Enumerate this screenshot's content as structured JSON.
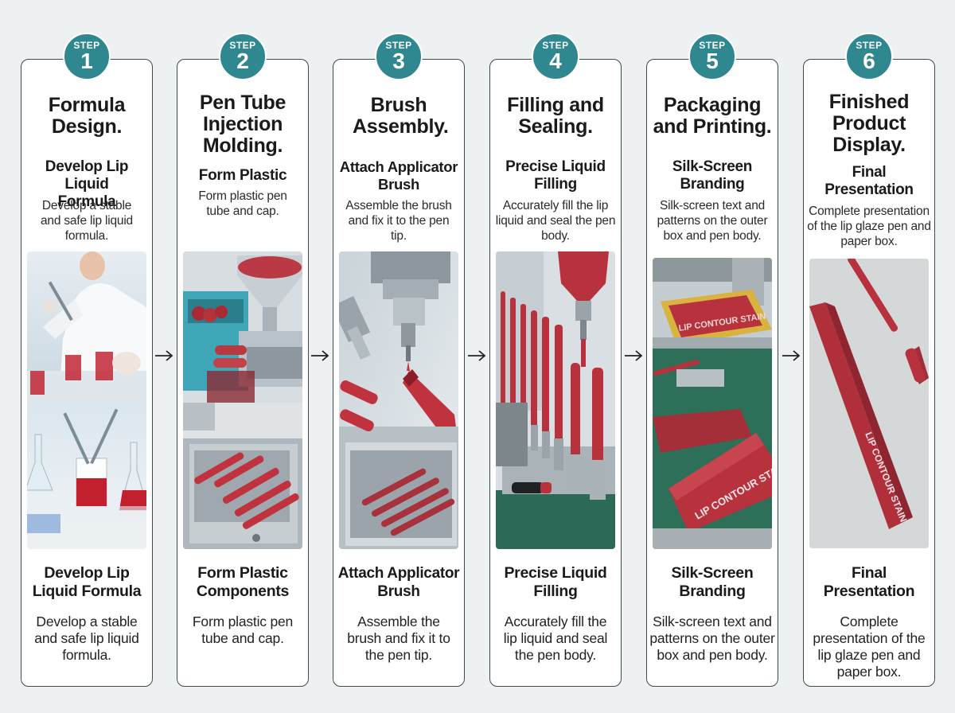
{
  "steps": [
    {
      "step_label": "STEP",
      "number": "1",
      "title": "Formula Design.",
      "subtitle": "Develop Lip Liquid Formula",
      "description": "Develop a stable and safe lip liquid formula.",
      "bottom_subtitle": "Develop Lip Liquid Formula",
      "bottom_description": "Develop a stable and safe lip liquid formula."
    },
    {
      "step_label": "STEP",
      "number": "2",
      "title": "Pen Tube Injection Molding.",
      "subtitle": "Form Plastic",
      "description": "Form plastic pen tube and cap.",
      "bottom_subtitle": "Form Plastic Components",
      "bottom_description": "Form plastic pen tube and cap."
    },
    {
      "step_label": "STEP",
      "number": "3",
      "title": "Brush Assembly.",
      "subtitle": "Attach Applicator Brush",
      "description": "Assemble the brush and fix it to the pen tip.",
      "bottom_subtitle": "Attach Applicator Brush",
      "bottom_description": "Assemble the brush and fix it to the pen tip."
    },
    {
      "step_label": "STEP",
      "number": "4",
      "title": "Filling and Sealing.",
      "subtitle": "Precise Liquid Filling",
      "description": "Accurately fill the lip liquid and seal the pen body.",
      "bottom_subtitle": "Precise Liquid Filling",
      "bottom_description": "Accurately fill the lip liquid and seal the pen body."
    },
    {
      "step_label": "STEP",
      "number": "5",
      "title": "Packaging and Printing.",
      "subtitle": "Silk-Screen Branding",
      "description": "Silk-screen text and patterns on the outer box and pen body.",
      "bottom_subtitle": "Silk-Screen Branding",
      "bottom_description": "Silk-screen text and patterns on the outer box and pen body."
    },
    {
      "step_label": "STEP",
      "number": "6",
      "title": "Finished Product Display.",
      "subtitle": "Final Presentation",
      "description": "Complete presentation of the lip glaze pen and paper box.",
      "bottom_subtitle": "Final Presentation",
      "bottom_description": "Complete presentation of the lip glaze pen and paper box."
    }
  ],
  "image_text": {
    "screen_print": "LIP CONTOUR STAIN",
    "box_print": "LIP CONTOUR STAIN",
    "final_box_print": "LIP CONTOUR STAIN"
  },
  "colors": {
    "badge": "#2f8790",
    "product_red": "#b8323d",
    "background": "#eef1f2",
    "card_border": "#3f4a4f"
  }
}
